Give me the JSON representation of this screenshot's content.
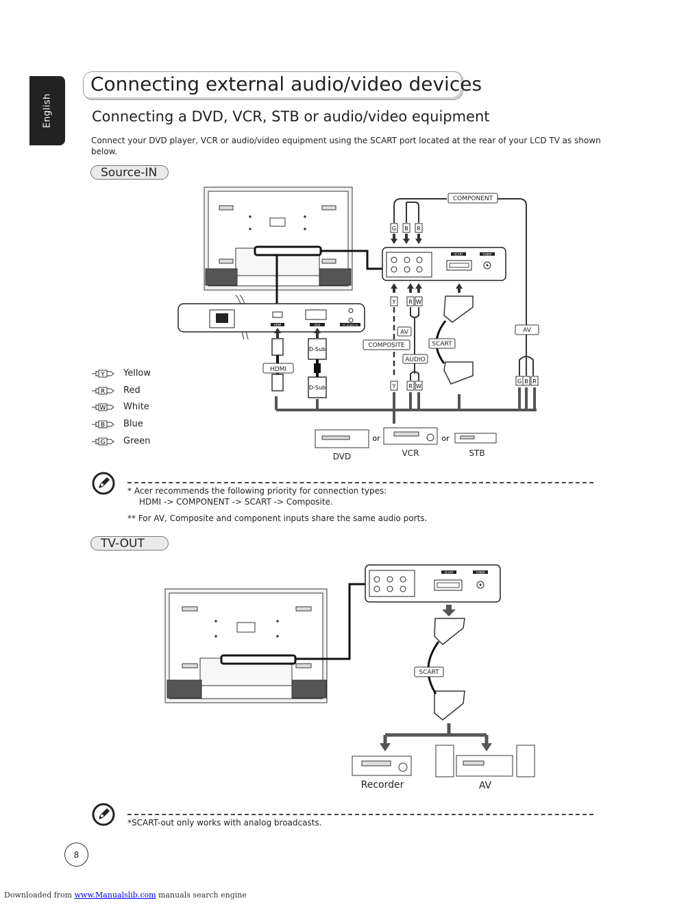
{
  "side_tab": {
    "label": "English"
  },
  "header": {
    "title": "Connecting external audio/video devices"
  },
  "section": {
    "heading": "Connecting a DVD, VCR, STB or audio/video equipment",
    "intro_line1": "Connect your DVD player, VCR or audio/video equipment using the SCART port located at the rear of your LCD TV as shown",
    "intro_line2": "below."
  },
  "source_in": {
    "pill_label": "Source-IN",
    "connector_labels": {
      "component": "COMPONENT",
      "hdmi": "HDMI",
      "dsub_top": "D-Sub",
      "dsub_bottom": "D-Sub",
      "av_mid": "AV",
      "composite": "COMPOSITE",
      "scart": "SCART",
      "audio": "AUDIO",
      "av_right": "AV",
      "g": "G",
      "b": "B",
      "r": "R",
      "y": "Y",
      "w": "W"
    },
    "panel_labels": {
      "scart": "SCART",
      "tuner": "TUNER",
      "hdmi": "HDMI",
      "vga": "VGA",
      "pc_audio": "PC AUDIO IN"
    },
    "devices": {
      "dvd": "DVD",
      "vcr": "VCR",
      "stb": "STB",
      "or1": "or",
      "or2": "or"
    },
    "legend": [
      {
        "code": "Y",
        "name": "Yellow"
      },
      {
        "code": "R",
        "name": "Red"
      },
      {
        "code": "W",
        "name": "White"
      },
      {
        "code": "B",
        "name": "Blue"
      },
      {
        "code": "G",
        "name": "Green"
      }
    ],
    "note": {
      "line1": "*   Acer recommends the following priority for connection types:",
      "line2": "HDMI -> COMPONENT -> SCART ->  Composite.",
      "line3": "** For AV, Composite and component inputs share the same audio ports."
    }
  },
  "tv_out": {
    "pill_label": "TV-OUT",
    "scart_label": "SCART",
    "devices": {
      "recorder": "Recorder",
      "av": "AV"
    },
    "note": "*SCART-out only works with analog broadcasts."
  },
  "page_number": "8",
  "footer": {
    "prefix": "Downloaded from ",
    "link": "www.Manualslib.com",
    "suffix": "  manuals search engine"
  }
}
